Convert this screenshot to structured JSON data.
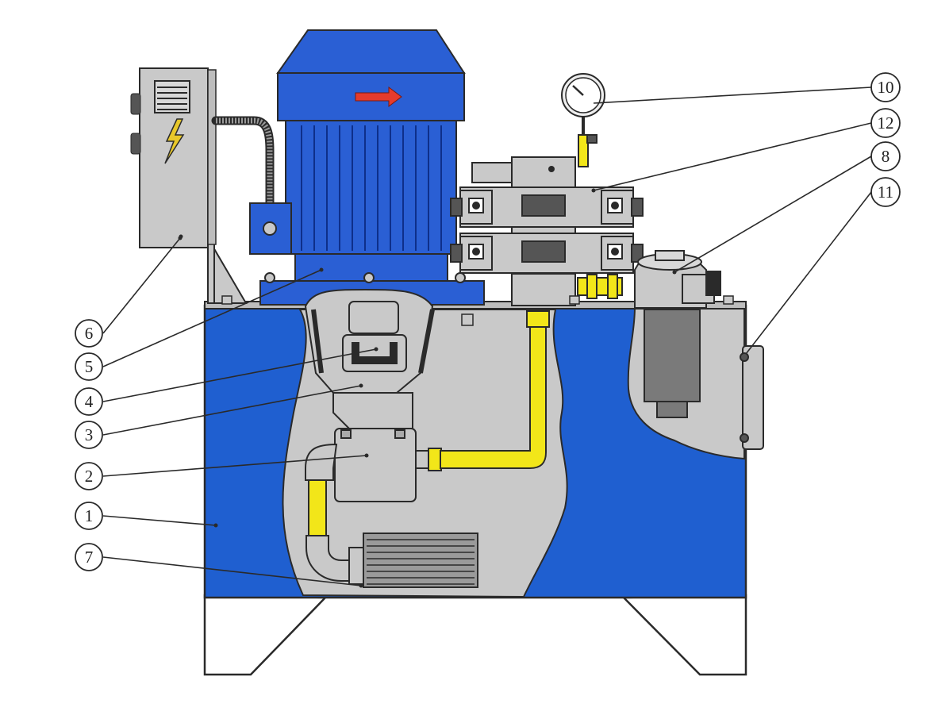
{
  "diagram": {
    "colors": {
      "tank_blue": "#1f5fd0",
      "motor_blue": "#2a5fd4",
      "cutaway_grey": "#c9c9c9",
      "pipe_yellow": "#f2e619",
      "outline": "#2a2a2a",
      "arrow_red": "#e53b2c",
      "electric_yellow": "#e8c82a"
    },
    "icons": {
      "electric_box": "lightning-bolt-icon",
      "motor_arrow": "rotation-arrow-icon"
    },
    "callouts": [
      {
        "id": "c1",
        "label": "1"
      },
      {
        "id": "c2",
        "label": "2"
      },
      {
        "id": "c3",
        "label": "3"
      },
      {
        "id": "c4",
        "label": "4"
      },
      {
        "id": "c5",
        "label": "5"
      },
      {
        "id": "c6",
        "label": "6"
      },
      {
        "id": "c7",
        "label": "7"
      },
      {
        "id": "c8",
        "label": "8"
      },
      {
        "id": "c10",
        "label": "10"
      },
      {
        "id": "c11",
        "label": "11"
      },
      {
        "id": "c12",
        "label": "12"
      }
    ]
  }
}
